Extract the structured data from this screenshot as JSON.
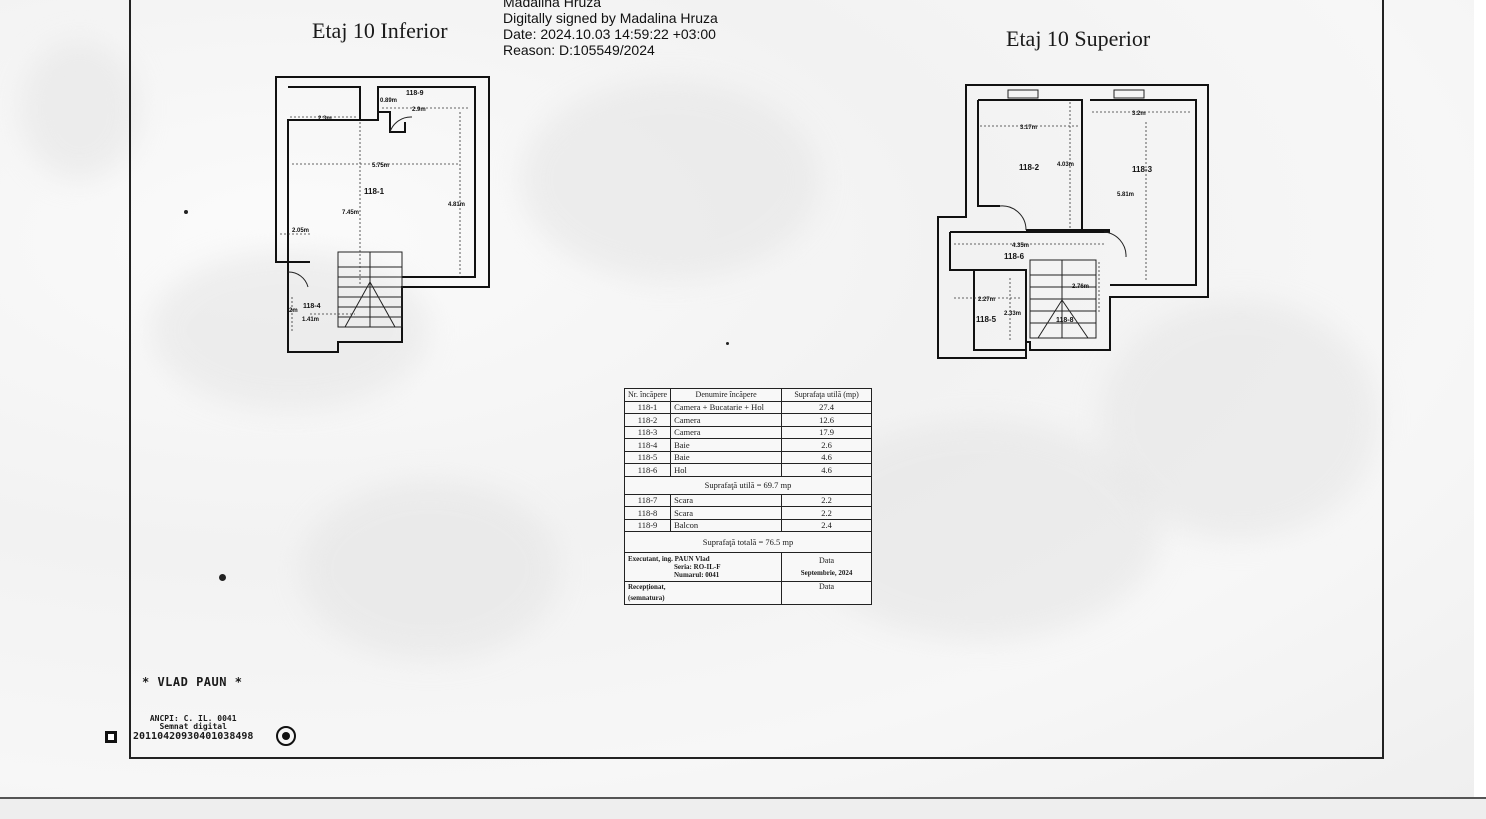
{
  "signature": {
    "name_partial": "Madalina Hruza",
    "line1": "Digitally signed by Madalina Hruza",
    "line2": "Date: 2024.10.03 14:59:22 +03:00",
    "line3": "Reason: D:105549/2024"
  },
  "plans": {
    "lower": {
      "title": "Etaj 10 Inferior",
      "labels": {
        "room_main": "118-1",
        "balcony": "118-9",
        "bath": "118-4"
      },
      "dims": {
        "d1": "2.3m",
        "d2": "0.89m",
        "d3": "2.9m",
        "d4": "5.75m",
        "d5": "7.45m",
        "d6": "4.81m",
        "d7": "2.05m",
        "d8": "2m",
        "d9": "1.41m"
      }
    },
    "upper": {
      "title": "Etaj 10 Superior",
      "labels": {
        "room_a": "118-2",
        "room_b": "118-3",
        "hall": "118-6",
        "bath": "118-5",
        "stair": "118-8"
      },
      "dims": {
        "d1": "3.17m",
        "d2": "3.2m",
        "d3": "4.03m",
        "d4": "5.81m",
        "d5": "4.35m",
        "d6": "2.27m",
        "d7": "2.33m",
        "d8": "2.76m"
      }
    }
  },
  "table": {
    "headers": {
      "nr": "Nr. încăpere",
      "name": "Denumire încăpere",
      "area": "Suprafaţa utilă (mp)"
    },
    "rows": [
      {
        "nr": "118-1",
        "name": "Camera + Bucatarie + Hol",
        "area": "27.4"
      },
      {
        "nr": "118-2",
        "name": "Camera",
        "area": "12.6"
      },
      {
        "nr": "118-3",
        "name": "Camera",
        "area": "17.9"
      },
      {
        "nr": "118-4",
        "name": "Baie",
        "area": "2.6"
      },
      {
        "nr": "118-5",
        "name": "Baie",
        "area": "4.6"
      },
      {
        "nr": "118-6",
        "name": "Hol",
        "area": "4.6"
      }
    ],
    "subtotal": "Suprafaţă utilă = 69.7 mp",
    "extra_rows": [
      {
        "nr": "118-7",
        "name": "Scara",
        "area": "2.2"
      },
      {
        "nr": "118-8",
        "name": "Scara",
        "area": "2.2"
      },
      {
        "nr": "118-9",
        "name": "Balcon",
        "area": "2.4"
      }
    ],
    "total": "Suprafaţă totală = 76.5 mp",
    "footer": {
      "executant": "Executant, ing. PAUN Vlad",
      "seria": "Seria: RO-IL-F",
      "numarul": "Numarul: 0041",
      "data_label": "Data",
      "data_value": "Septembrie, 2024",
      "receptionat": "Recepţionat,",
      "semnatura": "(semnatura)",
      "data_label2": "Data"
    }
  },
  "stamp": {
    "name": "* VLAD PAUN *",
    "line1": "ANCPI: C. IL. 0041",
    "line2": "Semnat digital",
    "code": "20110420930401038498"
  }
}
